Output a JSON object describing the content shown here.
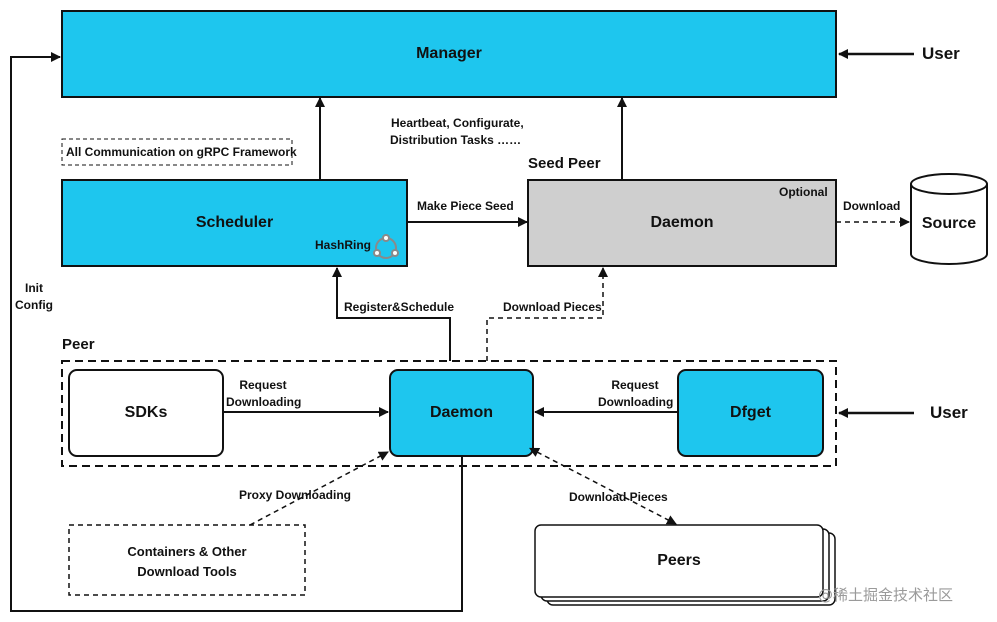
{
  "manager": {
    "title": "Manager"
  },
  "scheduler": {
    "title": "Scheduler",
    "hashring": "HashRing"
  },
  "seed_peer": {
    "label": "Seed Peer",
    "daemon": "Daemon",
    "optional": "Optional"
  },
  "source": {
    "label": "Source"
  },
  "peer": {
    "label": "Peer",
    "sdks": "SDKs",
    "daemon": "Daemon",
    "dfget": "Dfget"
  },
  "containers": {
    "line1": "Containers & Other",
    "line2": "Download Tools"
  },
  "peers": {
    "label": "Peers"
  },
  "users": {
    "top": "User",
    "peer": "User"
  },
  "note": {
    "text": "All Communication on gRPC Framework"
  },
  "edges": {
    "heartbeat1": "Heartbeat, Configurate,",
    "heartbeat2": "Distribution Tasks ……",
    "make_piece_seed": "Make Piece Seed",
    "download": "Download",
    "register_schedule": "Register&Schedule",
    "download_pieces_seed": "Download Pieces",
    "init": "Init",
    "config": "Config",
    "request_downloading_left1": "Request",
    "request_downloading_left2": "Downloading",
    "request_downloading_right1": "Request",
    "request_downloading_right2": "Downloading",
    "proxy_downloading": "Proxy Downloading",
    "download_pieces_peers": "Download Pieces"
  },
  "watermark": "@稀土掘金技术社区",
  "colors": {
    "blue": "#1EC6EE",
    "gray": "#CFCFCF"
  }
}
